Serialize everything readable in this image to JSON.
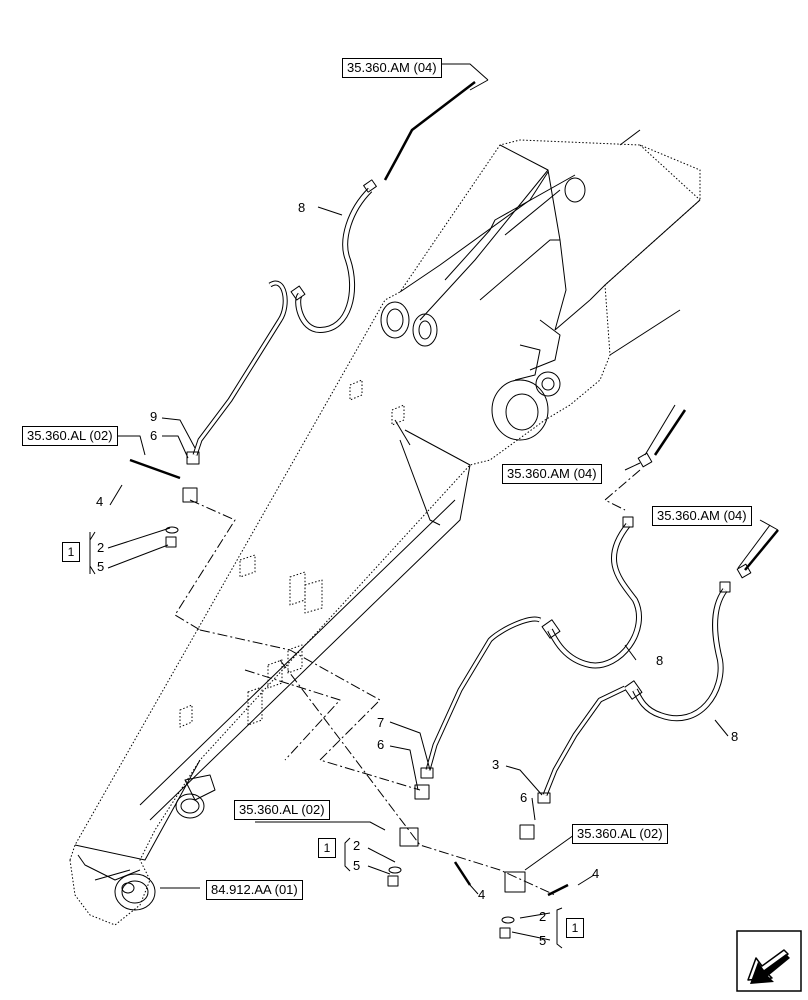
{
  "references": {
    "top_am": "35.360.AM (04)",
    "mid_am": "35.360.AM (04)",
    "right_am": "35.360.AM (04)",
    "left_al": "35.360.AL (02)",
    "center_al": "35.360.AL (02)",
    "right_al": "35.360.AL (02)",
    "boom_ref": "84.912.AA (01)"
  },
  "callouts": {
    "top_hose": "8",
    "left_tube": "9",
    "left_fitting": "6",
    "left_bolt": "4",
    "left_kit_a": "2",
    "left_kit_b": "5",
    "mid_hose": "8",
    "right_hose": "8",
    "center_tube": "7",
    "center_fitting": "6",
    "center_kit_a": "2",
    "center_kit_b": "5",
    "center_bolt": "4",
    "right_tube": "3",
    "right_fitting": "6",
    "right_bolt": "4",
    "right_kit_a": "2",
    "right_kit_b": "5"
  },
  "kit_labels": {
    "left": "1",
    "center": "1",
    "right": "1"
  },
  "icons": {
    "navigation": "arrow-navigation-icon"
  }
}
